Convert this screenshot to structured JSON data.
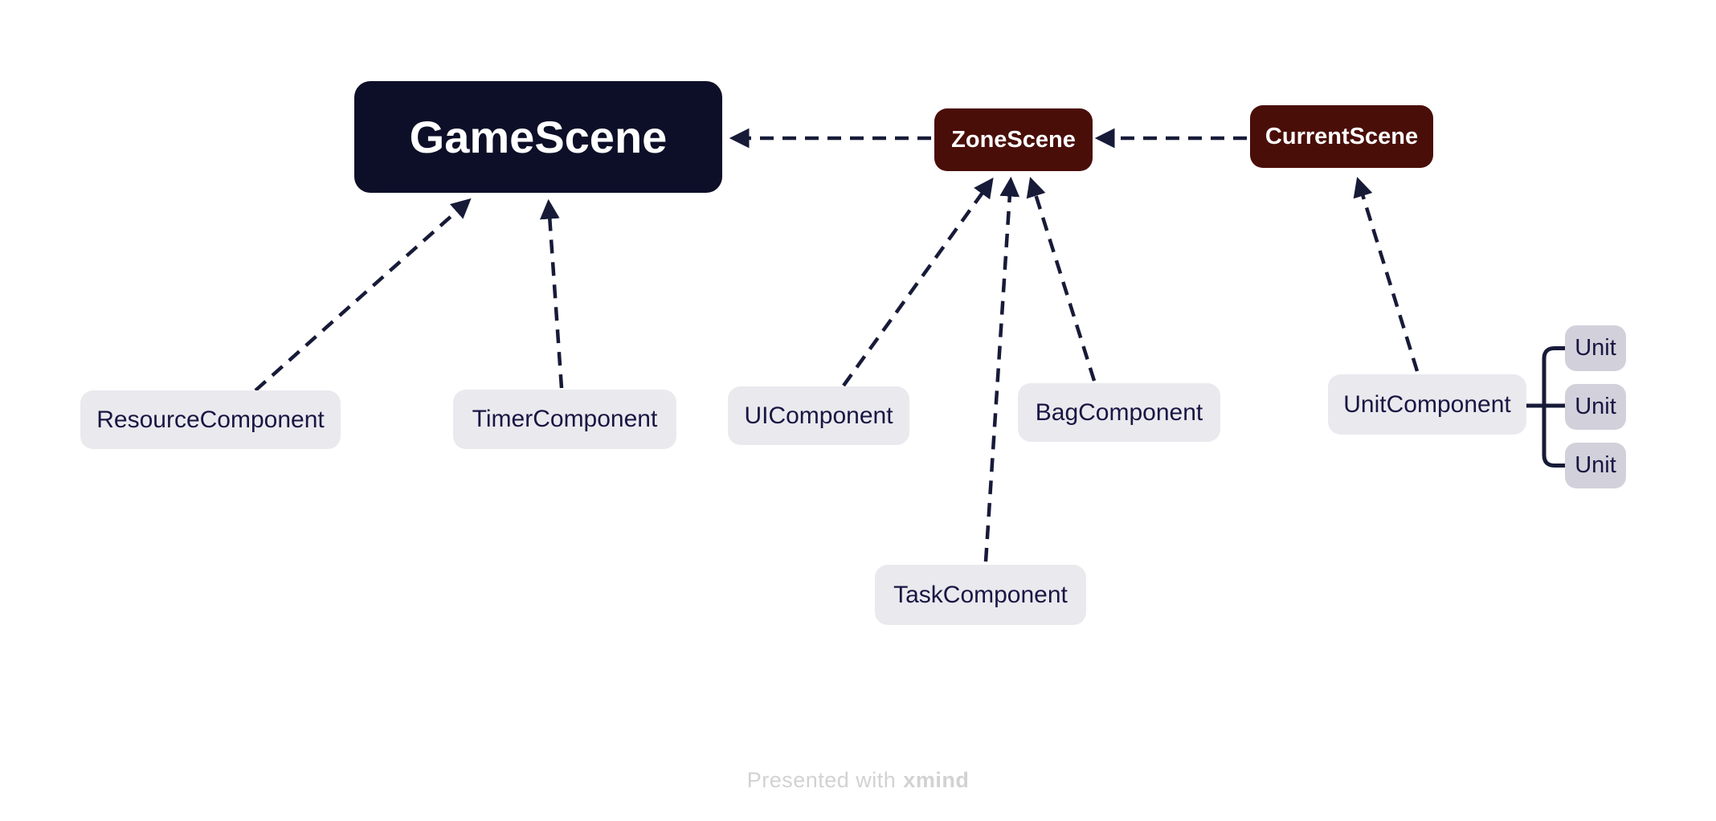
{
  "diagram": {
    "tool_watermark": "xmind",
    "type": "mind-map / scene-component dependency diagram"
  },
  "colors": {
    "primary_node_bg": "#0d0f28",
    "scene_node_bg": "#4a0e09",
    "component_node_bg": "#eae9ee",
    "unit_node_bg": "#d2d1db",
    "node_text_dark": "#191643",
    "node_text_light": "#ffffff",
    "edge": "#171b38",
    "footer_text": "#d2d2d2",
    "canvas_bg": "#ffffff"
  },
  "nodes": {
    "game_scene": {
      "label": "GameScene"
    },
    "zone_scene": {
      "label": "ZoneScene"
    },
    "current_scene": {
      "label": "CurrentScene"
    },
    "resource_component": {
      "label": "ResourceComponent"
    },
    "timer_component": {
      "label": "TimerComponent"
    },
    "ui_component": {
      "label": "UIComponent"
    },
    "bag_component": {
      "label": "BagComponent"
    },
    "task_component": {
      "label": "TaskComponent"
    },
    "unit_component": {
      "label": "UnitComponent"
    },
    "unit_1": {
      "label": "Unit"
    },
    "unit_2": {
      "label": "Unit"
    },
    "unit_3": {
      "label": "Unit"
    }
  },
  "edges": [
    {
      "from": "ResourceComponent",
      "to": "GameScene",
      "style": "dashed-arrow"
    },
    {
      "from": "TimerComponent",
      "to": "GameScene",
      "style": "dashed-arrow"
    },
    {
      "from": "ZoneScene",
      "to": "GameScene",
      "style": "dashed-arrow"
    },
    {
      "from": "CurrentScene",
      "to": "ZoneScene",
      "style": "dashed-arrow"
    },
    {
      "from": "UIComponent",
      "to": "ZoneScene",
      "style": "dashed-arrow"
    },
    {
      "from": "TaskComponent",
      "to": "ZoneScene",
      "style": "dashed-arrow"
    },
    {
      "from": "BagComponent",
      "to": "ZoneScene",
      "style": "dashed-arrow"
    },
    {
      "from": "UnitComponent",
      "to": "CurrentScene",
      "style": "dashed-arrow"
    },
    {
      "from": "UnitComponent",
      "to": "Unit group (3 units)",
      "style": "solid-bracket"
    }
  ],
  "footer": {
    "prefix": "Presented with",
    "brand": "xmind"
  }
}
